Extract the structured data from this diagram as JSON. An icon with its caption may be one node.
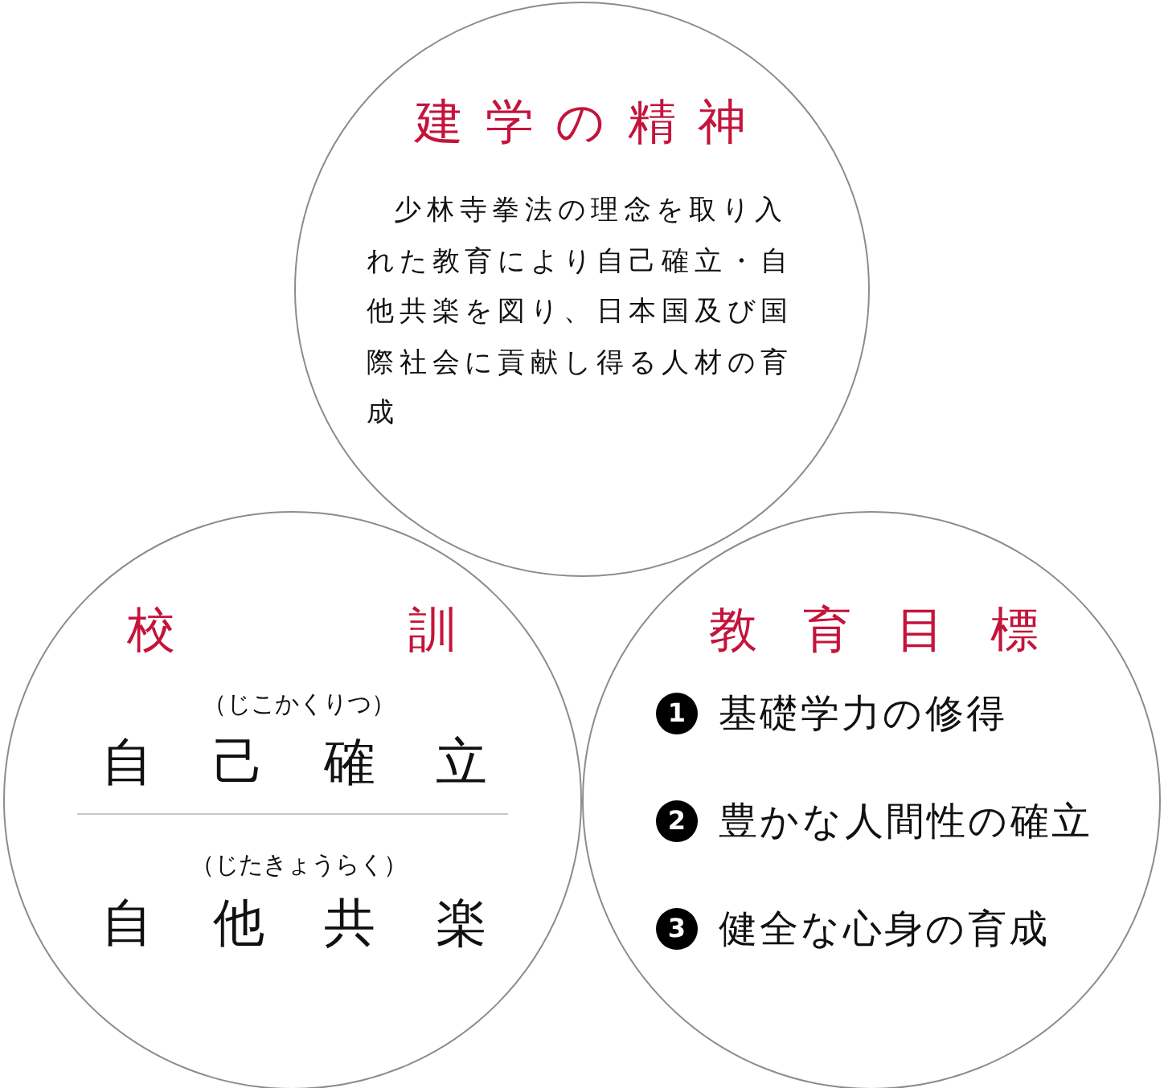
{
  "diagram": {
    "nodes": [
      {
        "text": [
          "建学の精神",
          "少林寺拳法の理念を取り入れた教育により自己確立・自他共楽を図り、日本国及び国際社会に貢献し得る人材の育成"
        ]
      },
      {
        "text": [
          "校訓",
          "（じこかくりつ）",
          "自己確立",
          "（じたきょうらく）",
          "自他共楽"
        ]
      },
      {
        "text": [
          "教育目標",
          "1",
          "基礎学力の修得",
          "2",
          "豊かな人間性の確立",
          "3",
          "健全な心身の育成"
        ]
      }
    ]
  }
}
